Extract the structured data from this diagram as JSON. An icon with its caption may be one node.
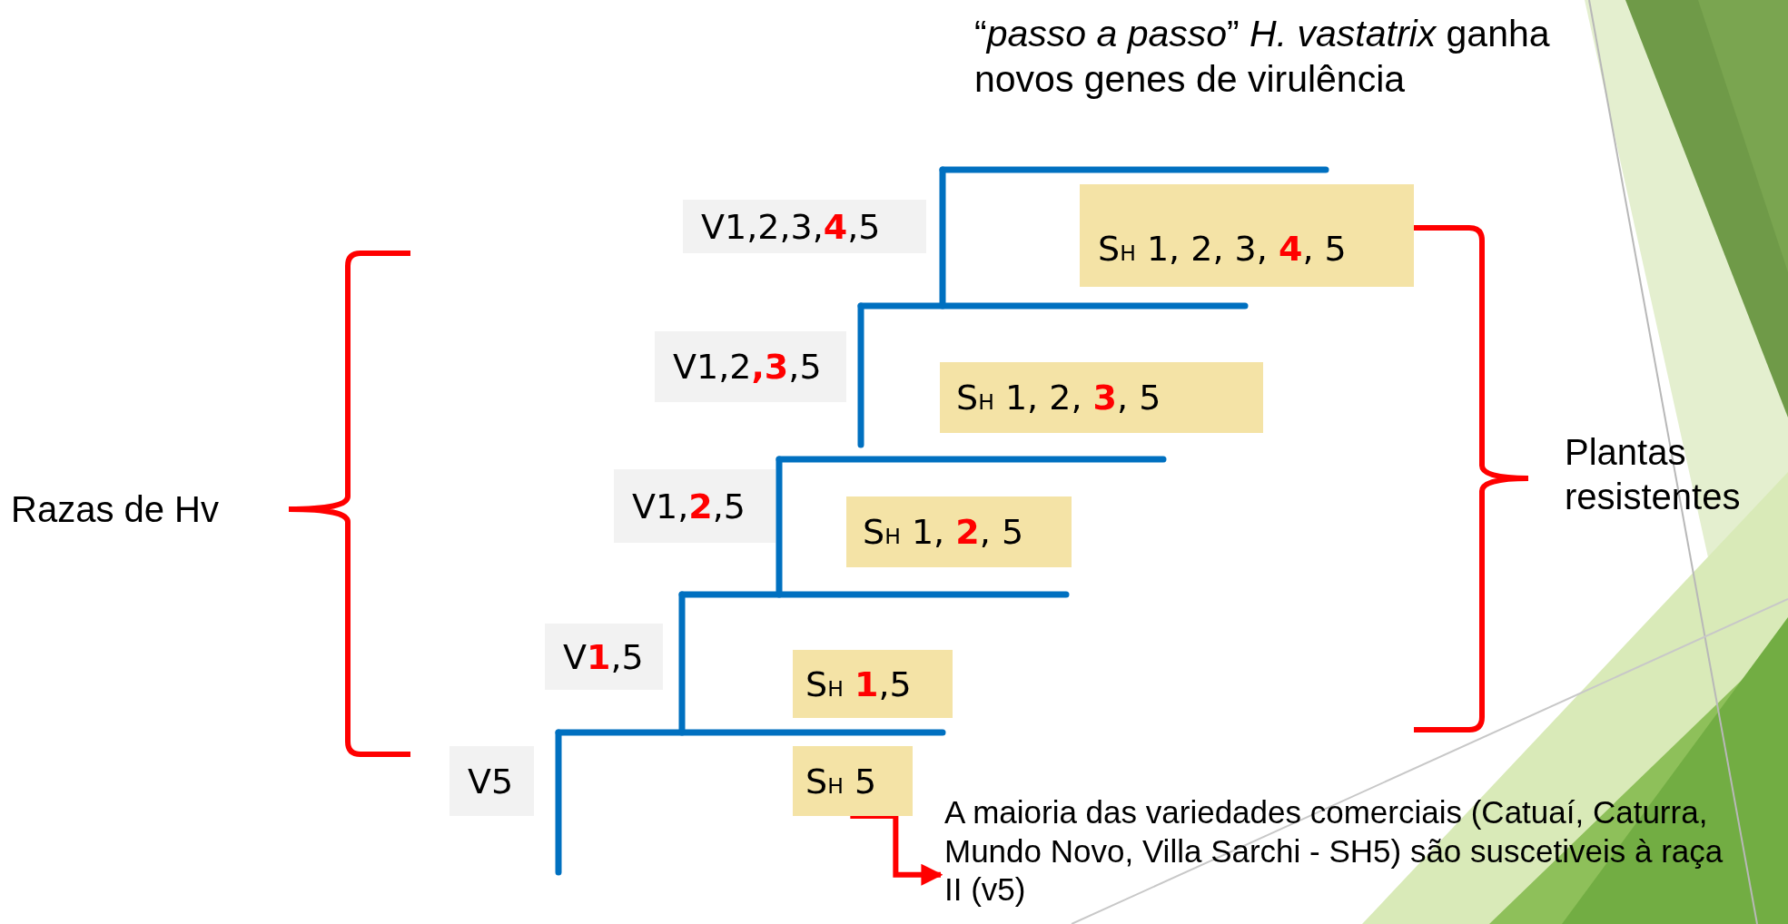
{
  "diagram": {
    "title": "“*passo a passo*” *H. vastatrix* ganha novos genes de virulência",
    "nodes": [
      {
        "text": [
          "V1,2,3,**4**,5"
        ]
      },
      {
        "text": [
          "V1,2**,3**,5"
        ]
      },
      {
        "text": [
          "V1,**2**,5"
        ]
      },
      {
        "text": [
          "V**1**,5"
        ]
      },
      {
        "text": [
          "V5"
        ]
      },
      {
        "text": [
          "S$_{H}$ 1, 2, 3, **4**, 5"
        ]
      },
      {
        "text": [
          "S$_{H}$ 1, 2, **3**, 5"
        ]
      },
      {
        "text": [
          "S$_{H}$ 1, **2**, 5"
        ]
      },
      {
        "text": [
          "S$_{H}$ **1**,5"
        ]
      },
      {
        "text": [
          "S$_{H}$ 5"
        ]
      },
      {
        "text": [
          "Razas de Hv"
        ]
      },
      {
        "text": [
          "Plantas resistentes"
        ]
      },
      {
        "text": [
          "A maioria das variedades comerciais (Catuaí, Caturra, Mundo Novo, Villa Sarchi - SH5) são suscetiveis à raça II (v5)"
        ]
      }
    ],
    "edges": [
      {
        "from": 9,
        "to": 12,
        "arrow": "to"
      }
    ]
  }
}
